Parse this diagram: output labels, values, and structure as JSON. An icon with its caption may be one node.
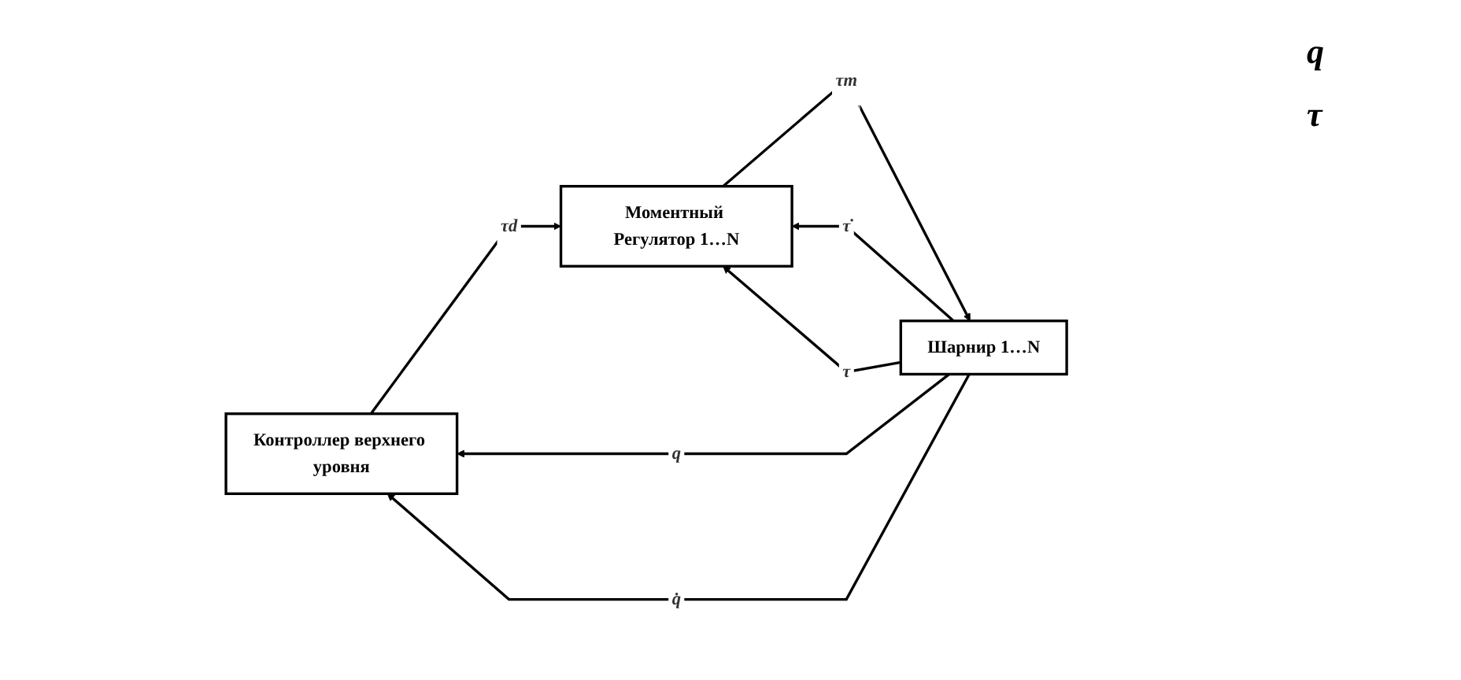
{
  "diagram": {
    "nodes": [
      {
        "text": [
          "Контроллер верхнего уровня"
        ]
      },
      {
        "text": [
          "Моментный Регулятор 1…N"
        ]
      },
      {
        "text": [
          "Шарнир 1…N"
        ]
      }
    ],
    "edges": [
      {
        "from": 0,
        "to": 1,
        "arrow": "to",
        "label": "τd"
      },
      {
        "from": 1,
        "to": 2,
        "arrow": "to",
        "label": "τm"
      },
      {
        "from": 2,
        "to": 1,
        "arrow": "to",
        "label": "τ̇"
      },
      {
        "from": 2,
        "to": 1,
        "arrow": "to",
        "label": "τ"
      },
      {
        "from": 2,
        "to": 0,
        "arrow": "to",
        "label": "q"
      },
      {
        "from": 2,
        "to": 0,
        "arrow": "to",
        "label": "q̇"
      }
    ],
    "labels": [
      "q",
      "τ"
    ]
  }
}
